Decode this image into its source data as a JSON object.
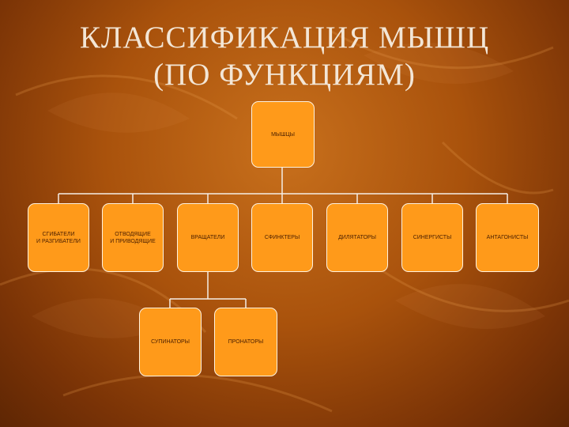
{
  "title": {
    "line1": "КЛАССИФИКАЦИЯ МЫШЦ",
    "line2": "(ПО ФУНКЦИЯМ)"
  },
  "diagram": {
    "root": "МЫШЦЫ",
    "level1": [
      {
        "line1": "СГИБАТЕЛИ",
        "line2": "И РАЗГИБАТЕЛИ"
      },
      {
        "line1": "ОТВОДЯЩИЕ",
        "line2": "И ПРИВОДЯЩИЕ"
      },
      {
        "line1": "ВРАЩАТЕЛИ",
        "line2": ""
      },
      {
        "line1": "СФИНКТЕРЫ",
        "line2": ""
      },
      {
        "line1": "ДИЛЯТАТОРЫ",
        "line2": ""
      },
      {
        "line1": "СИНЕРГИСТЫ",
        "line2": ""
      },
      {
        "line1": "АНТАГОНИСТЫ",
        "line2": ""
      }
    ],
    "level2": [
      "СУПИНАТОРЫ",
      "ПРОНАТОРЫ"
    ]
  },
  "colors": {
    "node_fill": "#ff9a1a",
    "node_border": "#fff2e0",
    "connector": "#f5eee6",
    "title": "#f3e6d6"
  }
}
